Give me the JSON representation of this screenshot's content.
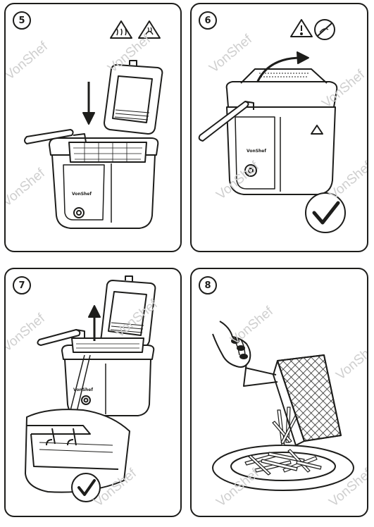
{
  "steps": [
    {
      "number": "5"
    },
    {
      "number": "6"
    },
    {
      "number": "7"
    },
    {
      "number": "8"
    }
  ],
  "brand_label": "VonShef",
  "watermark": "VonShef",
  "icons": {
    "p5": [
      "hot-surface-warning-icon",
      "steam-warning-icon"
    ],
    "p6": [
      "caution-warning-icon",
      "no-touch-hot-icon"
    ],
    "p6_check": "checkmark-icon",
    "p7_check": "checkmark-icon"
  },
  "colors": {
    "line": "#1d1d1b",
    "watermark": "#cfcfcf",
    "background": "#ffffff"
  }
}
